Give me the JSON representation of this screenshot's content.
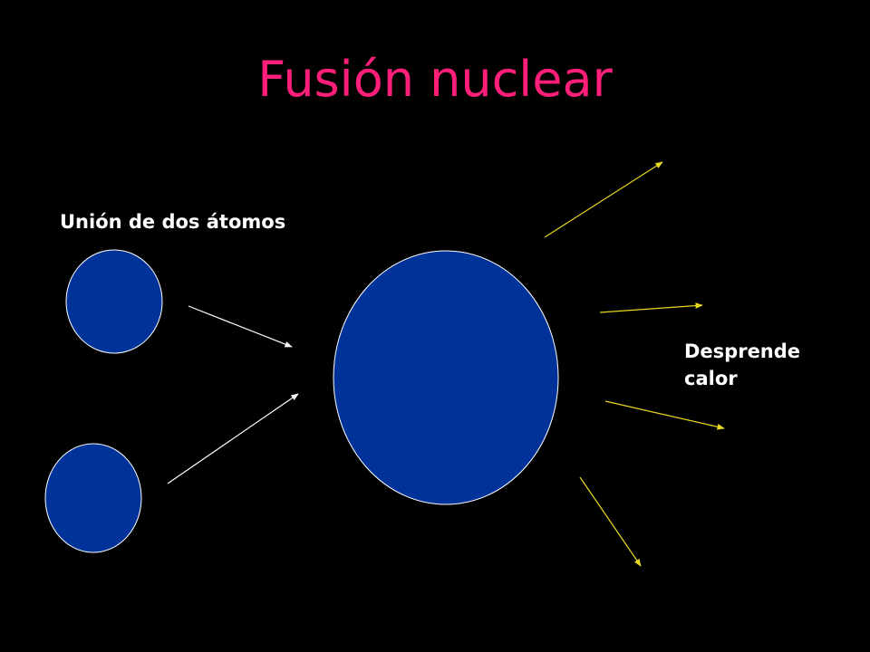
{
  "slide": {
    "title": "Fusión nuclear",
    "union_label": "Unión de dos átomos",
    "heat_label_line1": "Desprende",
    "heat_label_line2": "calor"
  },
  "colors": {
    "background": "#000000",
    "title": "#ff1f7a",
    "atom_fill": "#003399",
    "atom_stroke": "#ffffff",
    "input_arrow": "#ffffff",
    "heat_arrow": "#e8d820",
    "label_text": "#ffffff"
  }
}
